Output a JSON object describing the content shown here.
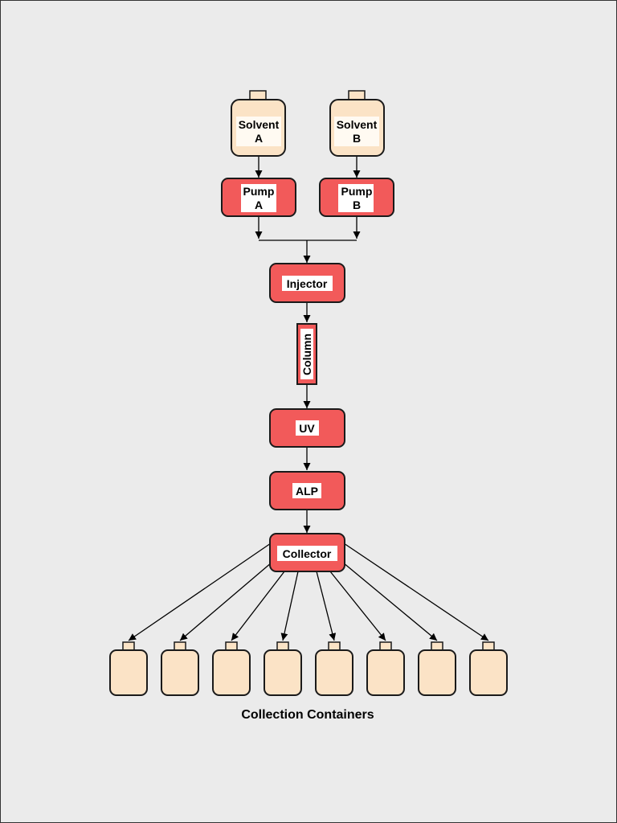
{
  "colors": {
    "background": "#ebebeb",
    "module_fill": "#f25a5a",
    "bottle_fill": "#fbe3c6",
    "outline": "#1a1a1a"
  },
  "diagram": {
    "solvents": [
      {
        "line1": "Solvent",
        "line2": "A"
      },
      {
        "line1": "Solvent",
        "line2": "B"
      }
    ],
    "pumps": [
      {
        "line1": "Pump",
        "line2": "A"
      },
      {
        "line1": "Pump",
        "line2": "B"
      }
    ],
    "injector": "Injector",
    "column": "Column",
    "uv": "UV",
    "alp": "ALP",
    "collector": "Collector",
    "containers": [
      "",
      "",
      "",
      "",
      "",
      "",
      "",
      ""
    ],
    "caption": "Collection Containers"
  }
}
